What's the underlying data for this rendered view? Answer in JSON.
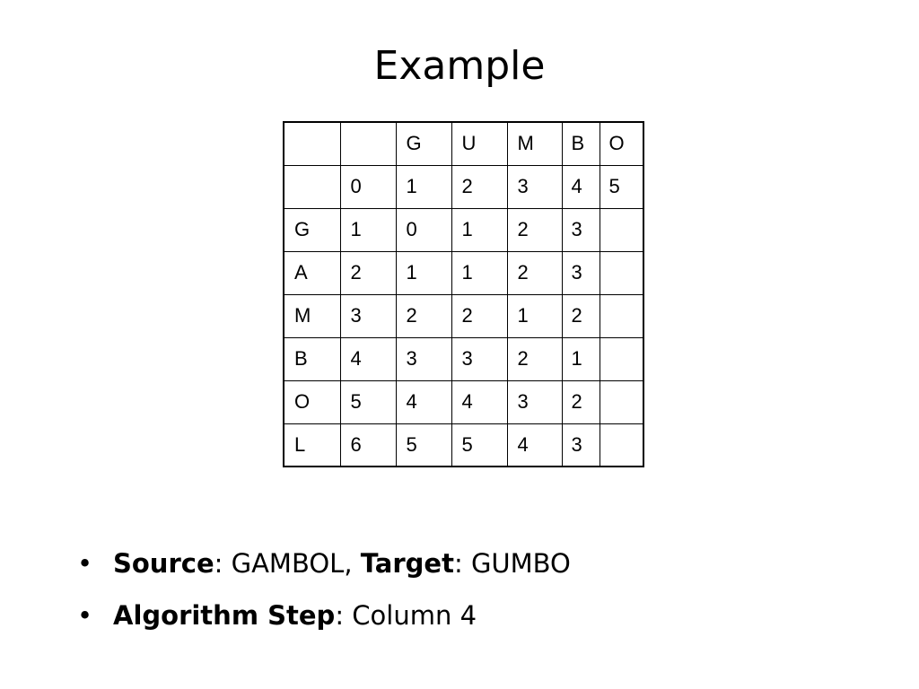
{
  "slide": {
    "title": "Example"
  },
  "table": {
    "rows": [
      [
        "",
        "",
        "G",
        "U",
        "M",
        "B",
        "O"
      ],
      [
        "",
        "0",
        "1",
        "2",
        "3",
        "4",
        "5"
      ],
      [
        "G",
        "1",
        "0",
        "1",
        "2",
        "3",
        ""
      ],
      [
        "A",
        "2",
        "1",
        "1",
        "2",
        "3",
        ""
      ],
      [
        "M",
        "3",
        "2",
        "2",
        "1",
        "2",
        ""
      ],
      [
        "B",
        "4",
        "3",
        "3",
        "2",
        "1",
        ""
      ],
      [
        "O",
        "5",
        "4",
        "4",
        "3",
        "2",
        ""
      ],
      [
        "L",
        "6",
        "5",
        "5",
        "4",
        "3",
        ""
      ]
    ]
  },
  "bullets": {
    "marker": "•",
    "item1": {
      "source_label": "Source",
      "colon1": ": GAMBOL, ",
      "target_label": "Target",
      "colon2": ": GUMBO"
    },
    "item2": {
      "step_label": "Algorithm Step",
      "colon": ": Column 4"
    }
  }
}
